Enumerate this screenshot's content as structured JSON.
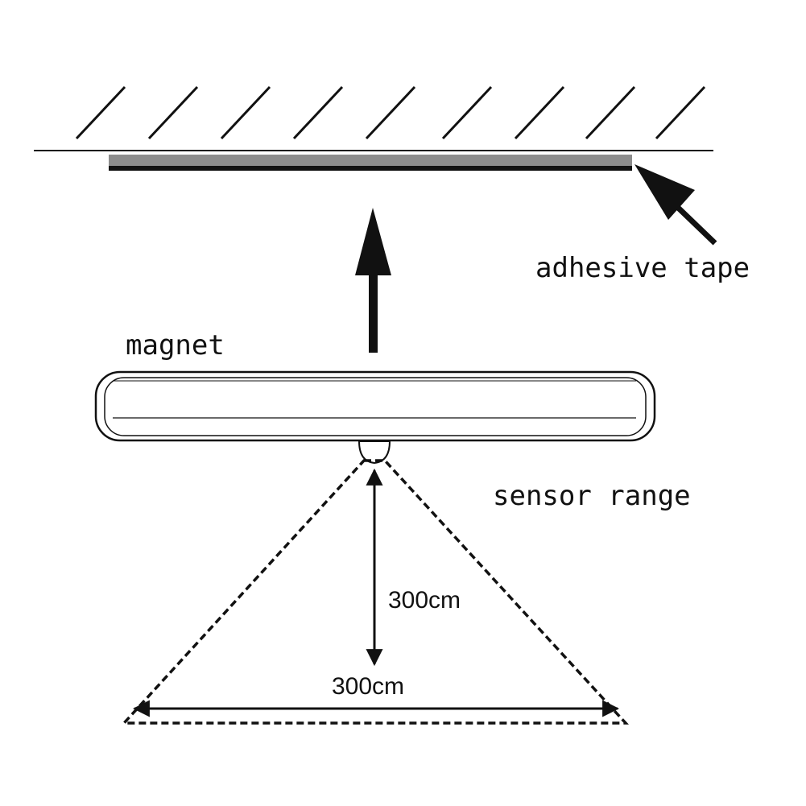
{
  "labels": {
    "adhesive_tape": "adhesive tape",
    "magnet": "magnet",
    "sensor_range": "sensor range",
    "vertical_distance": "300cm",
    "horizontal_distance": "300cm"
  },
  "colors": {
    "line": "#111111",
    "tape": "#8c8c8c",
    "background": "#ffffff"
  }
}
